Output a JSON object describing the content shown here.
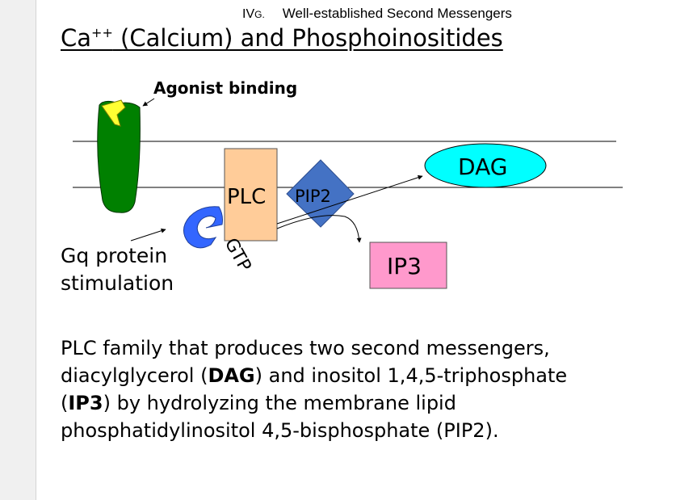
{
  "header": {
    "section_main": "IV",
    "section_small": "G.",
    "title": "Well-established Second Messengers"
  },
  "slide_title": {
    "ca_text": "Ca",
    "superscript": "++",
    "rest": " (Calcium) and Phosphoinositides"
  },
  "diagram": {
    "agonist_label": "Agonist binding",
    "plc_label": "PLC",
    "pip2_label": "PIP2",
    "dag_label": "DAG",
    "ip3_label": "IP3",
    "gtp_label": "GTP",
    "gq_line1": "Gq protein",
    "gq_line2": "stimulation",
    "colors": {
      "receptor": "#008000",
      "agonist": "#ffff33",
      "plc": "#ffcc99",
      "pip2": "#4472c4",
      "dag": "#00ffff",
      "ip3": "#ff99cc",
      "gprotein": "#3366ff"
    }
  },
  "body": {
    "line1": "PLC family that produces two second messengers,",
    "l2_pre": "diacylglycerol (",
    "l2_bold": "DAG",
    "l2_post": ") and inositol 1,4,5-triphosphate",
    "l3_pre": "(",
    "l3_bold": "IP3",
    "l3_post": ") by hydrolyzing the membrane lipid",
    "line4": "phosphatidylinositol 4,5-bisphosphate (PIP2)."
  }
}
